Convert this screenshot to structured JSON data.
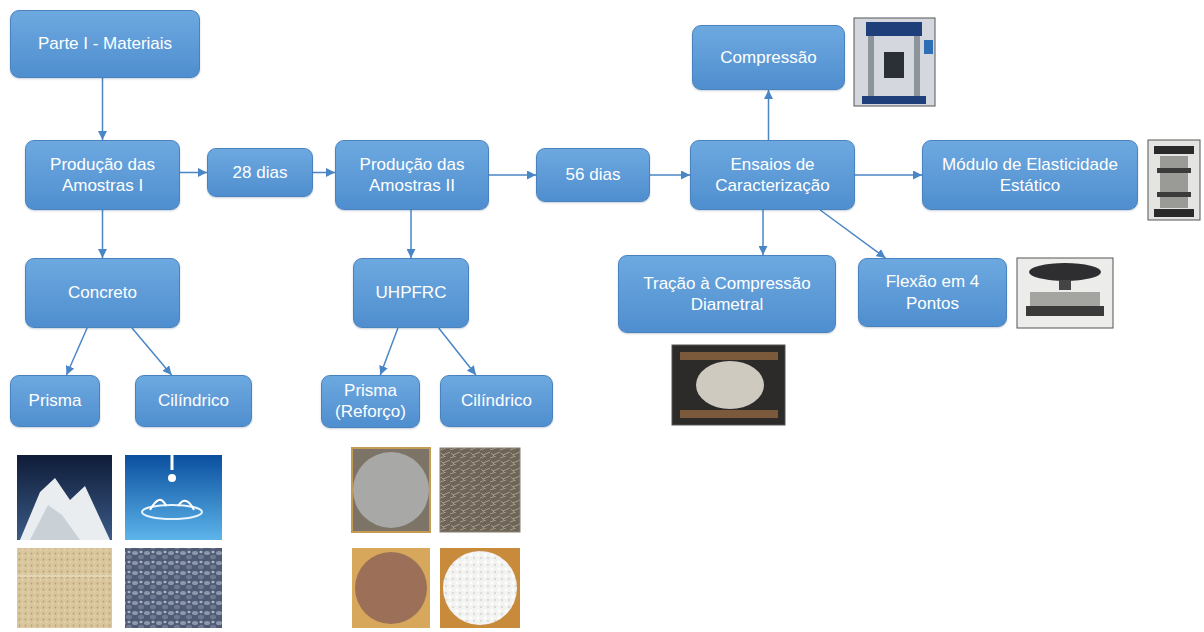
{
  "diagram": {
    "nodes": [
      {
        "text": [
          "Parte I - Materiais"
        ]
      },
      {
        "text": [
          "Compressão"
        ]
      },
      {
        "text": [
          "Produção das Amostras I"
        ]
      },
      {
        "text": [
          "28 dias"
        ]
      },
      {
        "text": [
          "Produção das Amostras II"
        ]
      },
      {
        "text": [
          "56 dias"
        ]
      },
      {
        "text": [
          "Ensaios de Caracterização"
        ]
      },
      {
        "text": [
          "Módulo de Elasticidade Estático"
        ]
      },
      {
        "text": [
          "Concreto"
        ]
      },
      {
        "text": [
          "UHPFRC"
        ]
      },
      {
        "text": [
          "Tração à Compressão Diametral"
        ]
      },
      {
        "text": [
          "Flexão em 4 Pontos"
        ]
      },
      {
        "text": [
          "Prisma"
        ]
      },
      {
        "text": [
          "Cilíndrico"
        ]
      },
      {
        "text": [
          "Prisma (Reforço)"
        ]
      },
      {
        "text": [
          "Cilíndrico"
        ]
      }
    ],
    "edges": [
      {
        "from": 0,
        "to": 2,
        "arrow": "to"
      },
      {
        "from": 2,
        "to": 3,
        "arrow": "to"
      },
      {
        "from": 3,
        "to": 4,
        "arrow": "to"
      },
      {
        "from": 4,
        "to": 5,
        "arrow": "to"
      },
      {
        "from": 5,
        "to": 6,
        "arrow": "to"
      },
      {
        "from": 6,
        "to": 1,
        "arrow": "to"
      },
      {
        "from": 6,
        "to": 7,
        "arrow": "to"
      },
      {
        "from": 6,
        "to": 10,
        "arrow": "to"
      },
      {
        "from": 6,
        "to": 11,
        "arrow": "to"
      },
      {
        "from": 2,
        "to": 8,
        "arrow": "to"
      },
      {
        "from": 4,
        "to": 9,
        "arrow": "to"
      },
      {
        "from": 8,
        "to": 12,
        "arrow": "to"
      },
      {
        "from": 8,
        "to": 13,
        "arrow": "to"
      },
      {
        "from": 9,
        "to": 14,
        "arrow": "to"
      },
      {
        "from": 9,
        "to": 15,
        "arrow": "to"
      }
    ]
  }
}
